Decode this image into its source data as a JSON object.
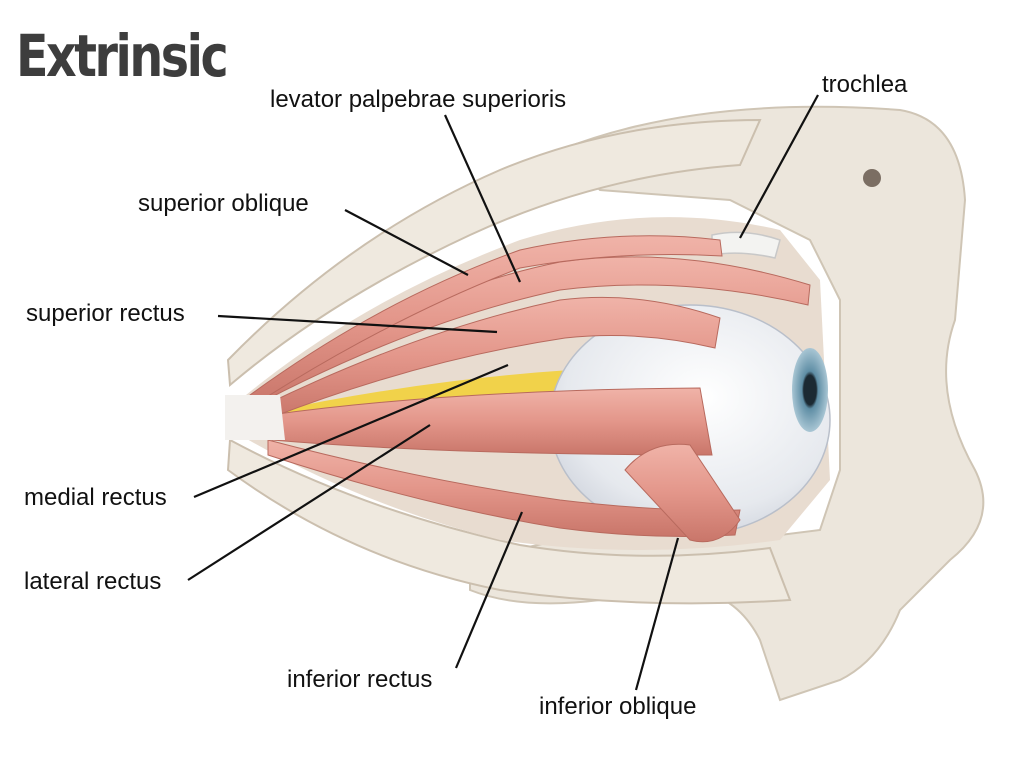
{
  "title": "Extrinsic",
  "labels": {
    "levator": "levator palpebrae superioris",
    "trochlea": "trochlea",
    "superior_oblique": "superior oblique",
    "superior_rectus": "superior rectus",
    "medial_rectus": "medial rectus",
    "lateral_rectus": "lateral rectus",
    "inferior_rectus": "inferior rectus",
    "inferior_oblique": "inferior oblique"
  },
  "colors": {
    "bone": "#ece6dc",
    "bone_dark": "#d9d0c2",
    "muscle": "#e59b8f",
    "muscle_dark": "#c97468",
    "nerve": "#f1d24a",
    "eye": "#eef1f4",
    "iris": "#6f9bb0"
  }
}
